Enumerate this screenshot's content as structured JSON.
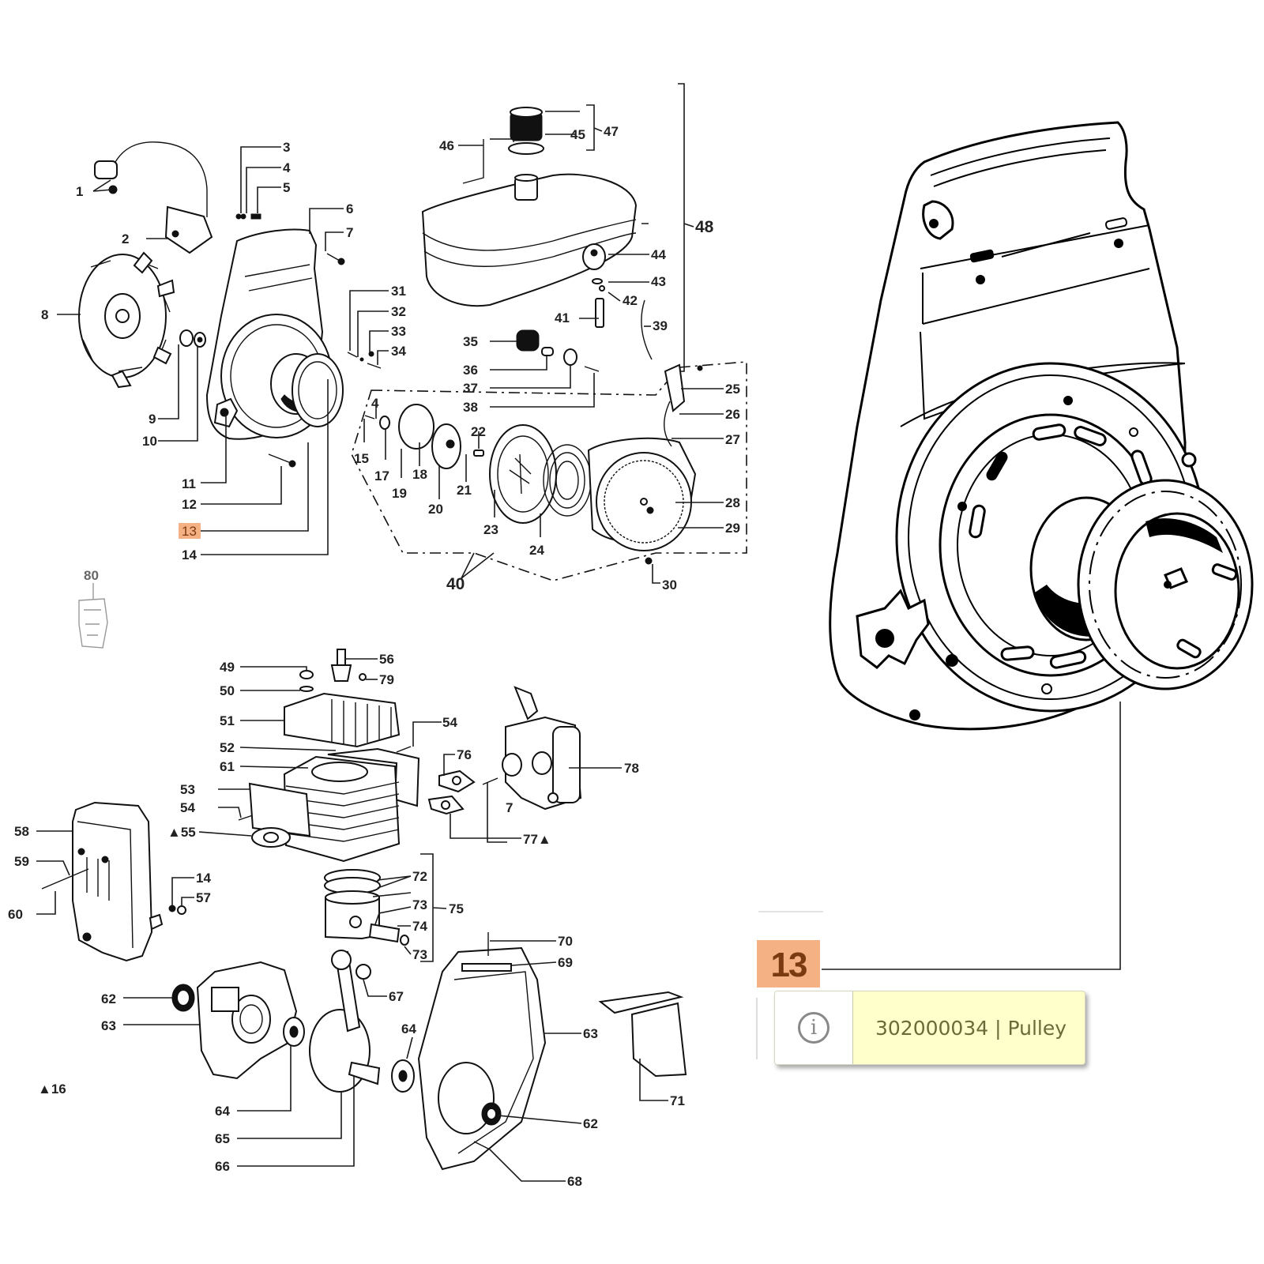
{
  "diagram": {
    "title": "Engine exploded parts view",
    "labels": {
      "l1": "1",
      "l2": "2",
      "l3": "3",
      "l4": "4",
      "l5": "5",
      "l6": "6",
      "l7": "7",
      "l8": "8",
      "l9": "9",
      "l10": "10",
      "l11": "11",
      "l12": "12",
      "l13": "13",
      "l14": "14",
      "l15": "15",
      "l4b": "4",
      "l17": "17",
      "l18": "18",
      "l19": "19",
      "l20": "20",
      "l21": "21",
      "l22": "22",
      "l23": "23",
      "l24": "24",
      "l25": "25",
      "l26": "26",
      "l27": "27",
      "l28": "28",
      "l29": "29",
      "l30": "30",
      "l31": "31",
      "l32": "32",
      "l33": "33",
      "l34": "34",
      "l35": "35",
      "l36": "36",
      "l37": "37",
      "l38": "38",
      "l39": "39",
      "l40": "40",
      "l41": "41",
      "l42": "42",
      "l43": "43",
      "l44": "44",
      "l45": "45",
      "l46": "46",
      "l47": "47",
      "l48": "48",
      "l49": "49",
      "l50": "50",
      "l51": "51",
      "l52": "52",
      "l53": "53",
      "l54": "54",
      "l55": "▲55",
      "l56": "56",
      "l57": "57",
      "l58": "58",
      "l59": "59",
      "l60": "60",
      "l61": "61",
      "l54b": "54",
      "l76": "76",
      "l77": "77▲",
      "l78": "78",
      "l79": "79",
      "l7b": "7",
      "l14b": "14",
      "l72": "72",
      "l73": "73",
      "l73b": "73",
      "l74": "74",
      "l75": "75",
      "l62": "62",
      "l63": "63",
      "l64": "64",
      "l65": "65",
      "l66": "66",
      "l67": "67",
      "l68": "68",
      "l69": "69",
      "l70": "70",
      "l71": "71",
      "l62b": "62",
      "l63b": "63",
      "l64b": "64",
      "l16": "▲16",
      "l80": "80"
    },
    "highlighted_part": "13"
  },
  "callout": {
    "number": "13",
    "part_number": "302000034",
    "part_name": "Pulley",
    "tooltip_text": "302000034 | Pulley",
    "icon": "info-icon",
    "highlight_color": "#f4b183",
    "tooltip_color": "#ffffcc"
  }
}
